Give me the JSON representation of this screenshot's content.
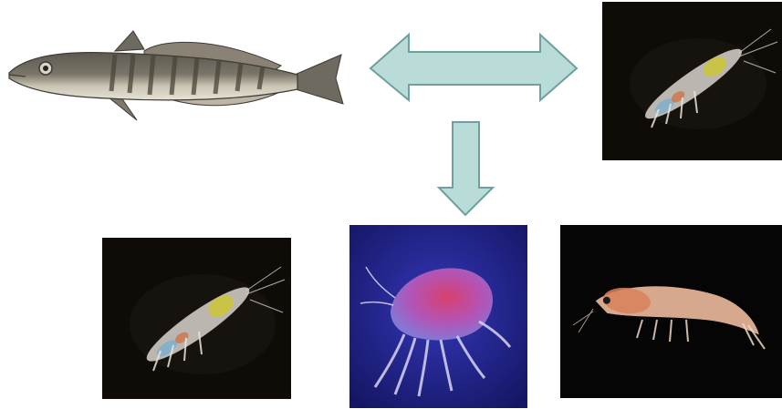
{
  "diagram": {
    "nodes": [
      {
        "id": "fish",
        "kind": "illustration",
        "subject": "fish"
      },
      {
        "id": "krill-top",
        "kind": "photo",
        "subject": "krill"
      },
      {
        "id": "krill-left",
        "kind": "photo",
        "subject": "krill"
      },
      {
        "id": "amphipod",
        "kind": "photo",
        "subject": "amphipod"
      },
      {
        "id": "shrimp-right",
        "kind": "photo",
        "subject": "shrimp"
      }
    ],
    "edges": [
      {
        "from": "fish",
        "to": "krill-top",
        "style": "double-headed"
      },
      {
        "from": "center",
        "to": "amphipod",
        "style": "down"
      }
    ]
  },
  "colors": {
    "arrow_fill": "#b9dcd8",
    "arrow_stroke": "#6f9fa0",
    "photo_dark_bg": "#0f0c08",
    "amphipod_bg": "#1a1c7a"
  }
}
